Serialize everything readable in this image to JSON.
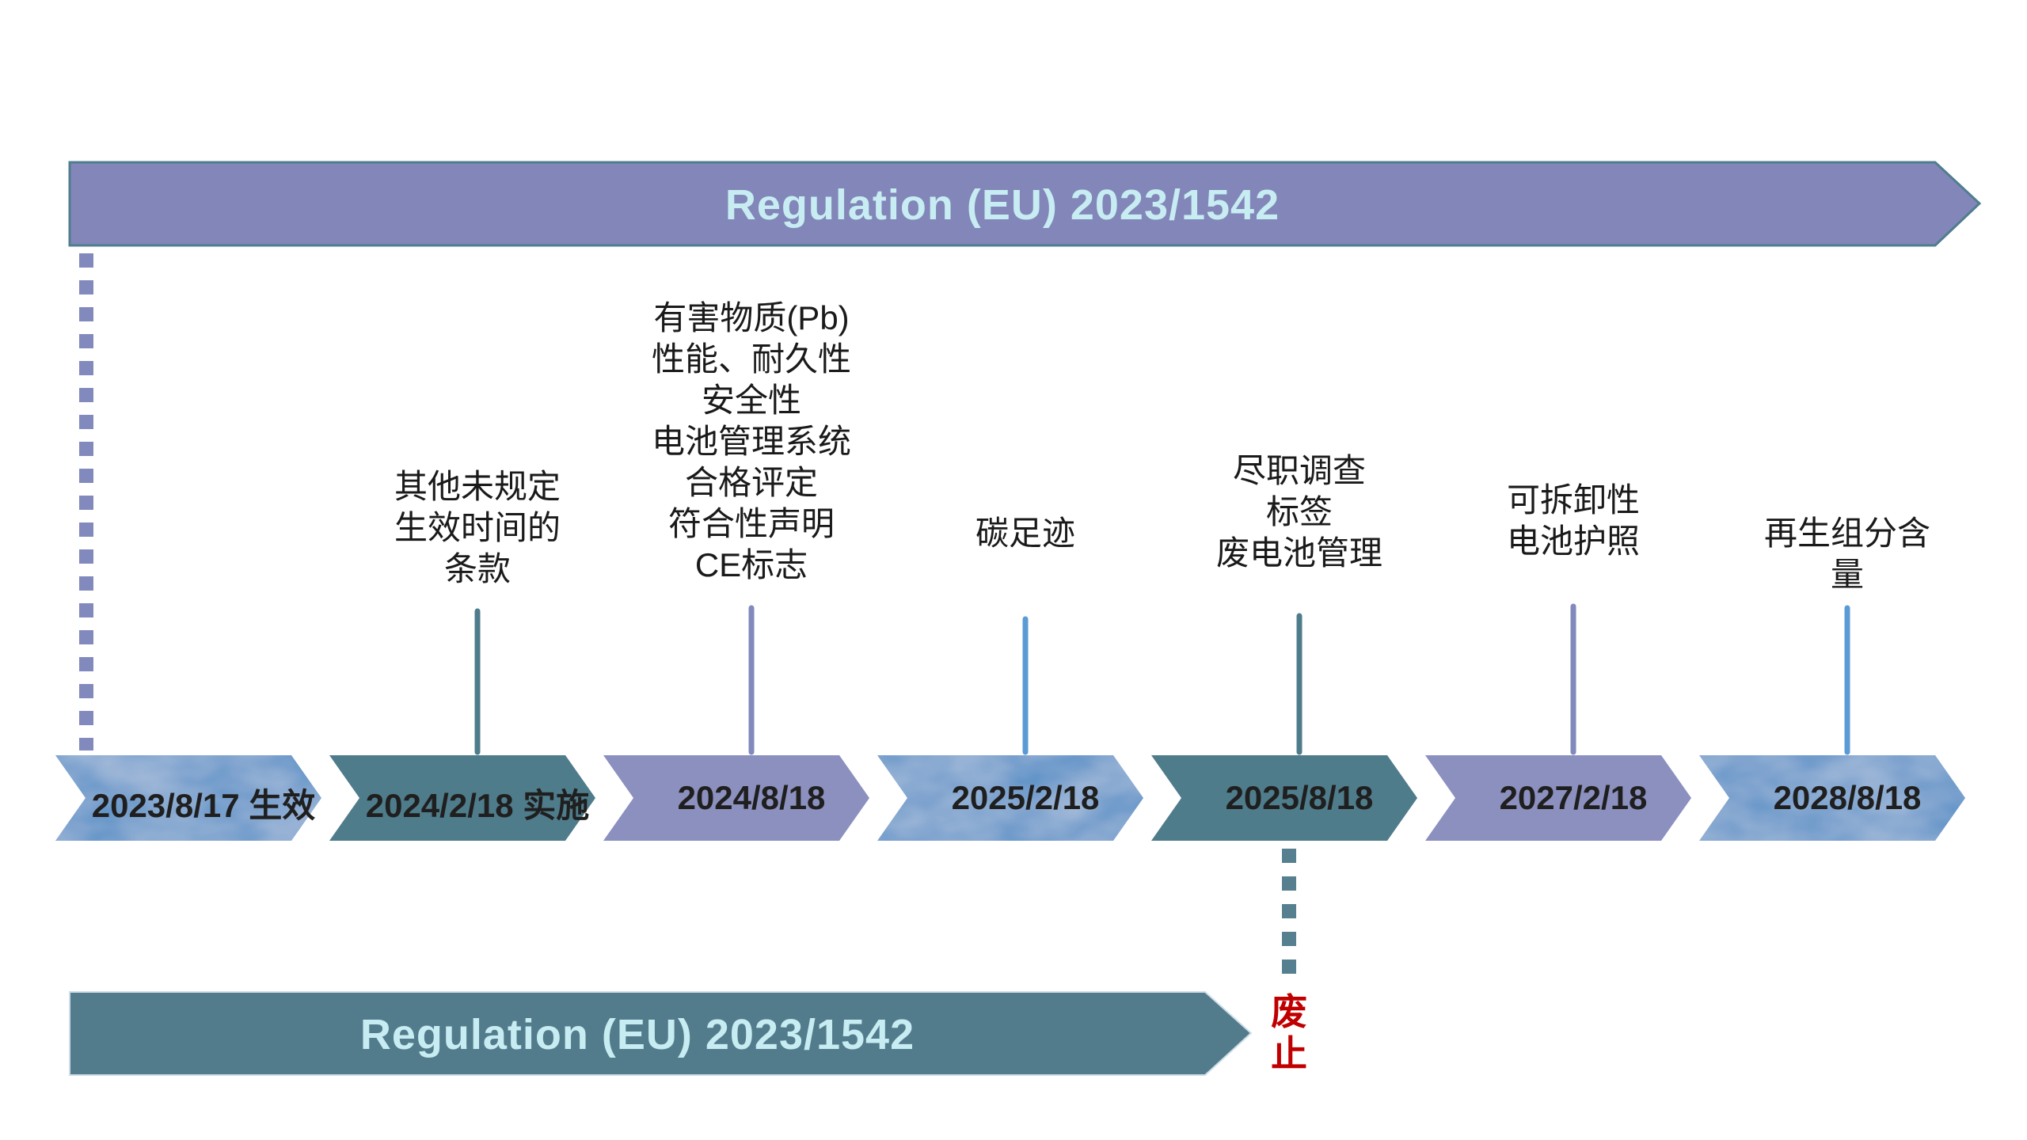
{
  "top_banner": {
    "label": "Regulation (EU) 2023/1542",
    "fill": "#8286b8",
    "border": "#4f7e8e",
    "text_color": "#c7ecf2"
  },
  "bottom_banner": {
    "label": "Regulation (EU) 2023/1542",
    "fill": "#527c8c",
    "border": "#cfdde8",
    "text_color": "#c7ecf2"
  },
  "repeal": {
    "label": "废止",
    "color": "#c00000"
  },
  "dashed_lines": {
    "left": "#8289bd",
    "repeal": "#56808f"
  },
  "text": {
    "date_color": "#1f1f1f",
    "label_color": "#1a1a1a"
  },
  "milestones": [
    {
      "date": "2023/8/17 生效",
      "label": "",
      "fill": "#4f8cc5"
    },
    {
      "date": "2024/2/18 实施",
      "label": "其他未规定\n生效时间的\n条款",
      "fill": "#4f7c8b",
      "line": "#4f7c8b"
    },
    {
      "date": "2024/8/18",
      "label": "有害物质(Pb)\n性能、耐久性\n安全性\n电池管理系统\n合格评定\n符合性声明\nCE标志",
      "fill": "#8c90bf",
      "line": "#8289bd"
    },
    {
      "date": "2025/2/18",
      "label": "碳足迹",
      "fill": "#4f8cc5",
      "line": "#5b9bd5"
    },
    {
      "date": "2025/8/18",
      "label": "尽职调查\n标签\n废电池管理",
      "fill": "#4f7c8b",
      "line": "#4f7c8b"
    },
    {
      "date": "2027/2/18",
      "label": "可拆卸性\n电池护照",
      "fill": "#8c90bf",
      "line": "#8289bd"
    },
    {
      "date": "2028/8/18",
      "label": "再生组分含量",
      "fill": "#4f8cc5",
      "line": "#5b9bd5"
    }
  ]
}
